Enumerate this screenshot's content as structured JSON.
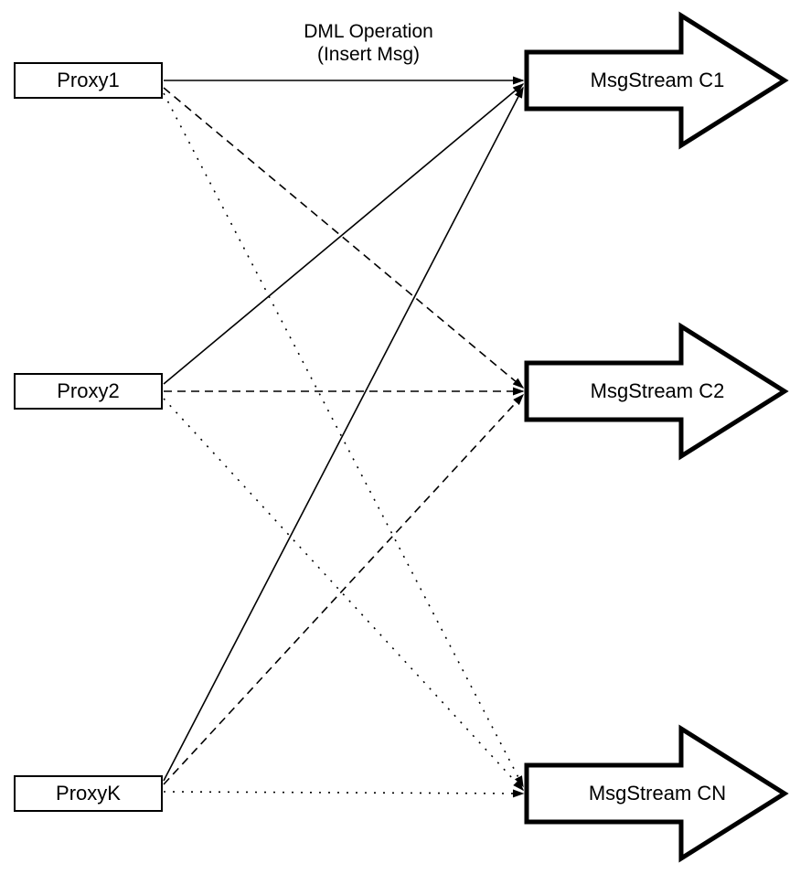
{
  "diagram": {
    "title_line1": "DML Operation",
    "title_line2": "(Insert Msg)",
    "proxies": [
      {
        "label": "Proxy1"
      },
      {
        "label": "Proxy2"
      },
      {
        "label": "ProxyK"
      }
    ],
    "streams": [
      {
        "label": "MsgStream C1"
      },
      {
        "label": "MsgStream C2"
      },
      {
        "label": "MsgStream CN"
      }
    ],
    "edges": [
      {
        "from": "Proxy1",
        "to": "MsgStream C1",
        "style": "solid"
      },
      {
        "from": "Proxy1",
        "to": "MsgStream C2",
        "style": "dashed"
      },
      {
        "from": "Proxy1",
        "to": "MsgStream CN",
        "style": "dotted"
      },
      {
        "from": "Proxy2",
        "to": "MsgStream C1",
        "style": "solid"
      },
      {
        "from": "Proxy2",
        "to": "MsgStream C2",
        "style": "dashed"
      },
      {
        "from": "Proxy2",
        "to": "MsgStream CN",
        "style": "dotted"
      },
      {
        "from": "ProxyK",
        "to": "MsgStream C1",
        "style": "solid"
      },
      {
        "from": "ProxyK",
        "to": "MsgStream C2",
        "style": "dashed"
      },
      {
        "from": "ProxyK",
        "to": "MsgStream CN",
        "style": "dotted"
      }
    ],
    "colors": {
      "stroke": "#000000",
      "background": "#ffffff",
      "shape_fill": "#ffffff"
    }
  }
}
